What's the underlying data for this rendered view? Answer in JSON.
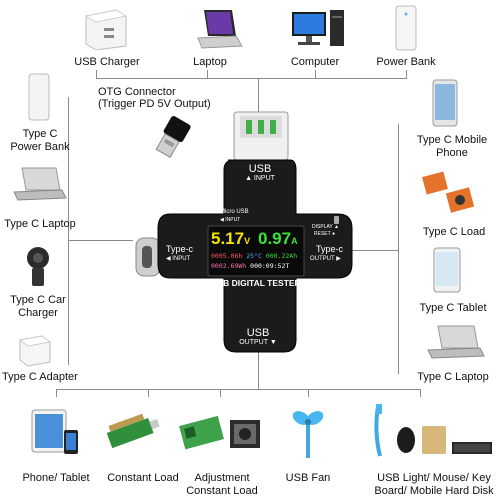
{
  "top_devices": [
    {
      "label": "USB Charger"
    },
    {
      "label": "Laptop"
    },
    {
      "label": "Computer"
    },
    {
      "label": "Power Bank"
    }
  ],
  "otg": {
    "line1": "OTG Connector",
    "line2": "(Trigger PD 5V Output)"
  },
  "left_devices": [
    {
      "line1": "Type C",
      "line2": "Power Bank"
    },
    {
      "line1": "Type C Laptop",
      "line2": ""
    },
    {
      "line1": "Type C Car",
      "line2": "Charger"
    },
    {
      "line1": "Type C Adapter",
      "line2": ""
    }
  ],
  "right_devices": [
    {
      "line1": "Type C Mobile",
      "line2": "Phone"
    },
    {
      "line1": "Type C Load",
      "line2": ""
    },
    {
      "line1": "Type C Tablet",
      "line2": ""
    },
    {
      "line1": "Type C Laptop",
      "line2": ""
    }
  ],
  "bottom_devices": [
    {
      "line1": "Phone/ Tablet",
      "line2": ""
    },
    {
      "line1": "Constant Load",
      "line2": ""
    },
    {
      "line1": "Adjustment",
      "line2": "Constant Load"
    },
    {
      "line1": "USB Fan",
      "line2": ""
    },
    {
      "line1": "USB Light/ Mouse/ Key",
      "line2": "Board/ Mobile Hard Disk"
    }
  ],
  "tester": {
    "usb_top": "USB",
    "usb_top_sub": "▲ INPUT",
    "micro_usb": "Micro USB",
    "micro_usb_sub": "◀ INPUT",
    "typec_left": "Type-c",
    "typec_left_sub": "◀ INPUT",
    "typec_right": "Type-c",
    "typec_right_sub": "OUTPUT ▶",
    "display_reset": "DISPLAY ▲",
    "reset": "RESET ●",
    "voltage": "5.17",
    "voltage_unit": "V",
    "current": "0.97",
    "current_unit": "A",
    "row2_a": "0005.06h",
    "row2_b": "25°C",
    "row2_c": "000.22Ah",
    "row3_a": "0002.69Wh",
    "row3_b": "000:09:52T",
    "brand": "USB DIGITAL TESTER",
    "usb_bottom": "USB",
    "usb_bottom_sub": "OUTPUT ▼"
  },
  "colors": {
    "voltage": "#f2e600",
    "current": "#39e639",
    "row2a": "#ff5a5a",
    "row2b": "#55aaff",
    "row2c": "#3ddc3d",
    "row3a": "#ff6fb0",
    "row3b": "#ffffff"
  }
}
